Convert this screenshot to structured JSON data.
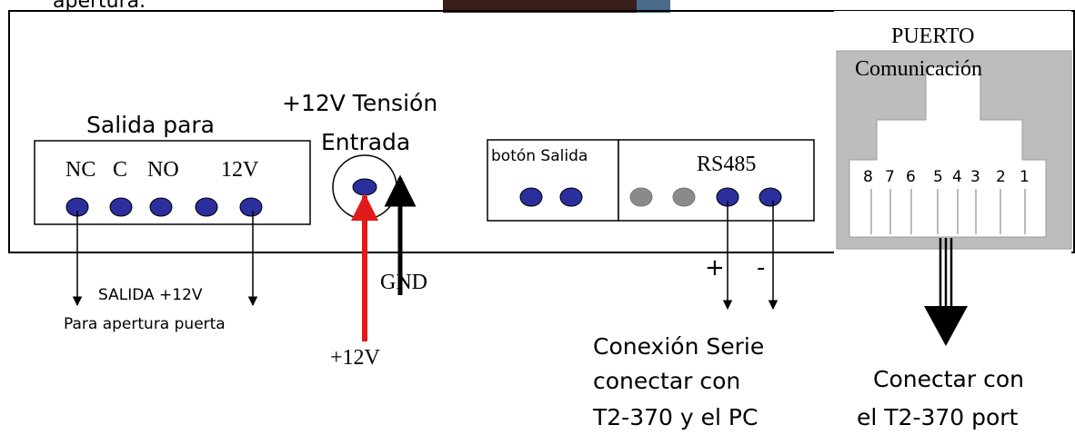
{
  "header_fragment": "apertura.",
  "output_block": {
    "title": "Salida para",
    "terminals": [
      "NC",
      "C",
      "NO",
      "12V"
    ],
    "note_line1": "SALIDA +12V",
    "note_line2": "Para apertura puerta"
  },
  "power_input": {
    "title_line1": "+12V Tensión",
    "title_line2": "Entrada",
    "gnd_label": "GND",
    "plus_label": "+12V"
  },
  "exit_button_block": {
    "label": "botón Salida"
  },
  "rs485_block": {
    "label": "RS485",
    "plus_sign": "+",
    "minus_sign": "-",
    "note_line1": "Conexión Serie",
    "note_line2": "conectar con",
    "note_line3": "T2-370 y el PC"
  },
  "port_block": {
    "title_line1": "PUERTO",
    "title_line2": "Comunicación",
    "pins": [
      "8",
      "7",
      "6",
      "5",
      "4",
      "3",
      "2",
      "1"
    ],
    "note_line1": "Conectar con",
    "note_line2": "el T2-370 port"
  },
  "colors": {
    "terminal_fill": "#2b2f9e",
    "terminal_inactive": "#8a8a8a",
    "arrow_red": "#e11a1a",
    "connector_gray": "#bdbdbd",
    "photo_dark": "#3a1e1c"
  }
}
